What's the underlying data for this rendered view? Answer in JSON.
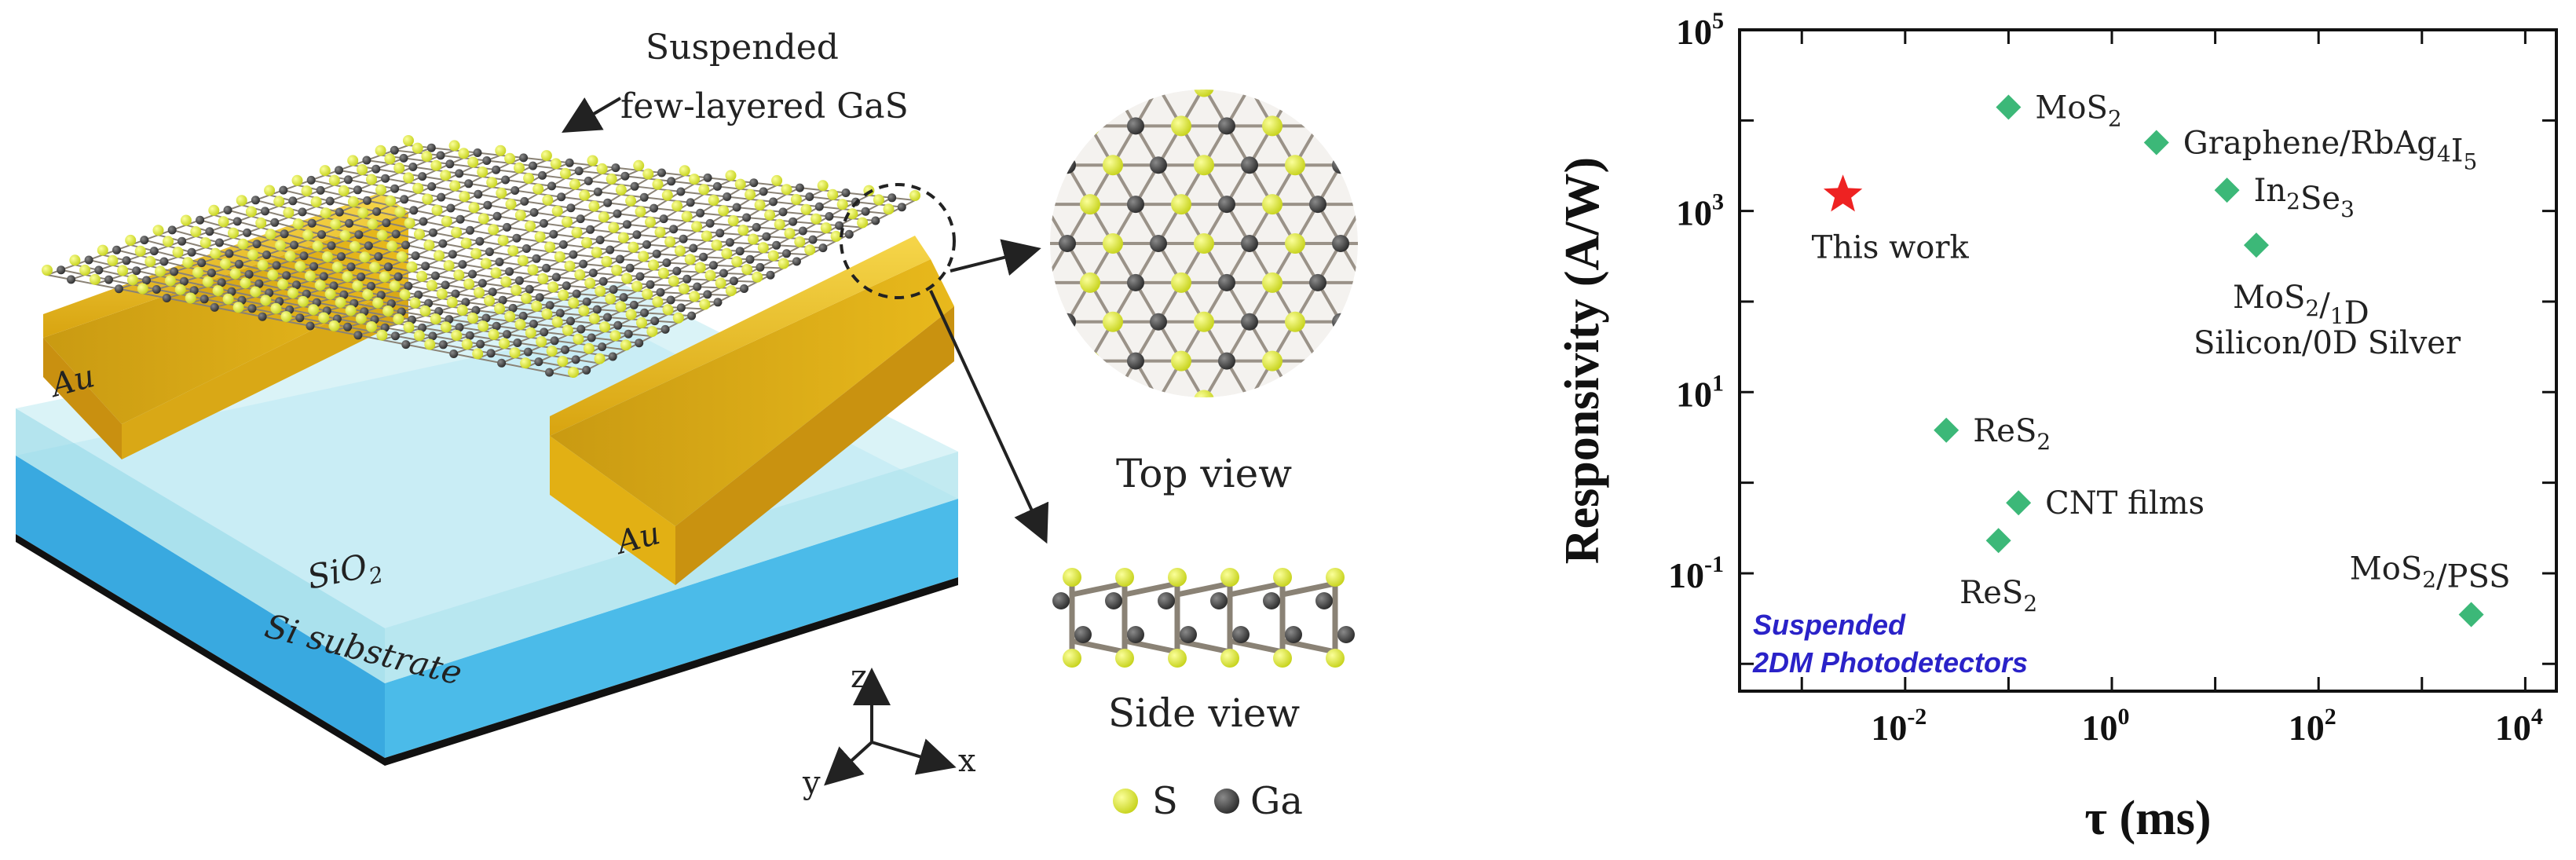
{
  "device": {
    "suspended_label_line1": "Suspended",
    "suspended_label_line2": "few-layered GaS",
    "electrode_left": "Au",
    "electrode_right": "Au",
    "oxide_label": "SiO",
    "oxide_sub": "2",
    "substrate_label": "Si substrate",
    "axis_z": "z",
    "axis_y": "y",
    "axis_x": "x"
  },
  "views": {
    "top_view_label": "Top view",
    "side_view_label": "Side view",
    "legend_s": "S",
    "legend_ga": "Ga",
    "colors": {
      "sulfur": "#e2ec3c",
      "gallium": "#444444",
      "gold": "#e8b91c",
      "sio2": "#bfe6ee",
      "si": "#3ab0e6",
      "bond": "#8a8275"
    }
  },
  "chart_data": {
    "type": "scatter",
    "title": "",
    "xlabel": "τ (ms)",
    "ylabel": "Responsivity (A/W)",
    "xscale": "log",
    "yscale": "log",
    "xlim": [
      0.00025,
      20000
    ],
    "ylim": [
      0.005,
      100000
    ],
    "xticks": [
      {
        "value": 0.01,
        "base": "10",
        "exp": "-2"
      },
      {
        "value": 1,
        "base": "10",
        "exp": "0"
      },
      {
        "value": 100,
        "base": "10",
        "exp": "2"
      },
      {
        "value": 10000,
        "base": "10",
        "exp": "4"
      }
    ],
    "yticks": [
      {
        "value": 0.1,
        "base": "10",
        "exp": "-1"
      },
      {
        "value": 10,
        "base": "10",
        "exp": "1"
      },
      {
        "value": 1000,
        "base": "10",
        "exp": "3"
      },
      {
        "value": 100000,
        "base": "10",
        "exp": "5"
      }
    ],
    "annotation_line1": "Suspended",
    "annotation_line2": "2DM Photodetectors",
    "series": [
      {
        "name": "This work",
        "marker": "star",
        "color": "#ee2222",
        "points": [
          {
            "x": 0.0025,
            "y": 1500,
            "label": "This work"
          }
        ]
      },
      {
        "name": "",
        "marker": "diamond",
        "color": "#3cb878",
        "points": [
          {
            "x": 0.1,
            "y": 14000,
            "label": "MoS2"
          },
          {
            "x": 2.7,
            "y": 5700,
            "label": "Graphene/RbAg4I5"
          },
          {
            "x": 13,
            "y": 1700,
            "label": "In2Se3"
          },
          {
            "x": 25,
            "y": 420,
            "label": "MoS2/1D Silicon/0D Silver"
          },
          {
            "x": 0.025,
            "y": 3.8,
            "label": "ReS2"
          },
          {
            "x": 0.125,
            "y": 0.6,
            "label": "CNT films"
          },
          {
            "x": 0.08,
            "y": 0.23,
            "label": "ReS2"
          },
          {
            "x": 3000,
            "y": 0.035,
            "label": "MoS2/PSS"
          }
        ]
      }
    ]
  }
}
